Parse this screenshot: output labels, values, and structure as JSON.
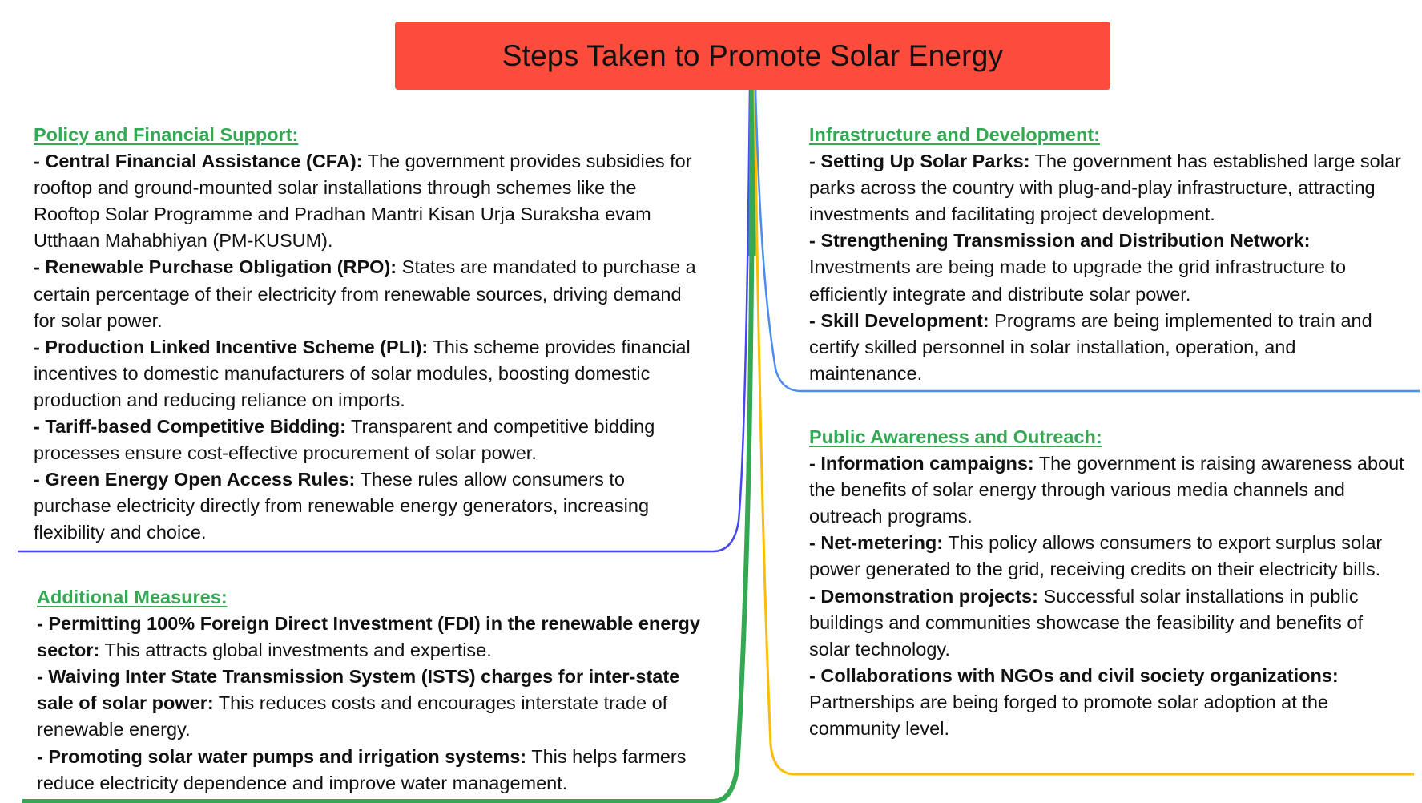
{
  "title": "Steps Taken to Promote Solar Energy",
  "colors": {
    "title_bg": "#fd4b3c",
    "heading": "#34a853",
    "connector_policy": "#4646f5",
    "connector_additional": "#34a853",
    "connector_infra": "#4a8cf0",
    "connector_public": "#fbbc05"
  },
  "sections": {
    "policy": {
      "heading": "Policy and Financial Support:",
      "items": [
        {
          "label": "- Central Financial Assistance (CFA):",
          "text": " The government provides subsidies for rooftop and ground-mounted solar installations through schemes like the Rooftop Solar Programme and Pradhan Mantri Kisan Urja Suraksha evam Utthaan Mahabhiyan (PM-KUSUM)."
        },
        {
          "label": "- Renewable Purchase Obligation (RPO):",
          "text": " States are mandated to purchase a certain percentage of their electricity from renewable sources, driving demand for solar power."
        },
        {
          "label": "- Production Linked Incentive Scheme (PLI):",
          "text": " This scheme provides financial incentives to domestic manufacturers of solar modules, boosting domestic production and reducing reliance on imports."
        },
        {
          "label": "- Tariff-based Competitive Bidding:",
          "text": " Transparent and competitive bidding processes ensure cost-effective procurement of solar power."
        },
        {
          "label": "- Green Energy Open Access Rules:",
          "text": " These rules allow consumers to purchase electricity directly from renewable energy generators, increasing flexibility and choice."
        }
      ]
    },
    "additional": {
      "heading": "Additional Measures:",
      "items": [
        {
          "label": "- Permitting 100% Foreign Direct Investment (FDI) in the renewable energy sector:",
          "text": " This attracts global investments and expertise."
        },
        {
          "label": "- Waiving Inter State Transmission System (ISTS) charges for inter-state sale of solar power:",
          "text": " This reduces costs and encourages interstate trade of renewable energy."
        },
        {
          "label": "- Promoting solar water pumps and irrigation systems:",
          "text": " This helps farmers reduce electricity dependence and improve water management."
        }
      ]
    },
    "infra": {
      "heading": "Infrastructure and Development:",
      "items": [
        {
          "label": "- Setting Up Solar Parks:",
          "text": " The government has established large solar parks across the country with plug-and-play infrastructure, attracting investments and facilitating project development."
        },
        {
          "label": "- Strengthening Transmission and Distribution Network:",
          "text": " Investments are being made to upgrade the grid infrastructure to efficiently integrate and distribute solar power."
        },
        {
          "label": "- Skill Development:",
          "text": " Programs are being implemented to train and certify skilled personnel in solar installation, operation, and maintenance."
        }
      ]
    },
    "public": {
      "heading": "Public Awareness and Outreach:",
      "items": [
        {
          "label": "- Information campaigns:",
          "text": " The government is raising awareness about the benefits of solar energy through various media channels and outreach programs."
        },
        {
          "label": "- Net-metering:",
          "text": " This policy allows consumers to export surplus solar power generated to the grid, receiving credits on their electricity bills."
        },
        {
          "label": "- Demonstration projects:",
          "text": " Successful solar installations in public buildings and communities showcase the feasibility and benefits of solar technology."
        },
        {
          "label": "- Collaborations with NGOs and civil society organizations:",
          "text": " Partnerships are being forged to promote solar adoption at the community level."
        }
      ]
    }
  }
}
